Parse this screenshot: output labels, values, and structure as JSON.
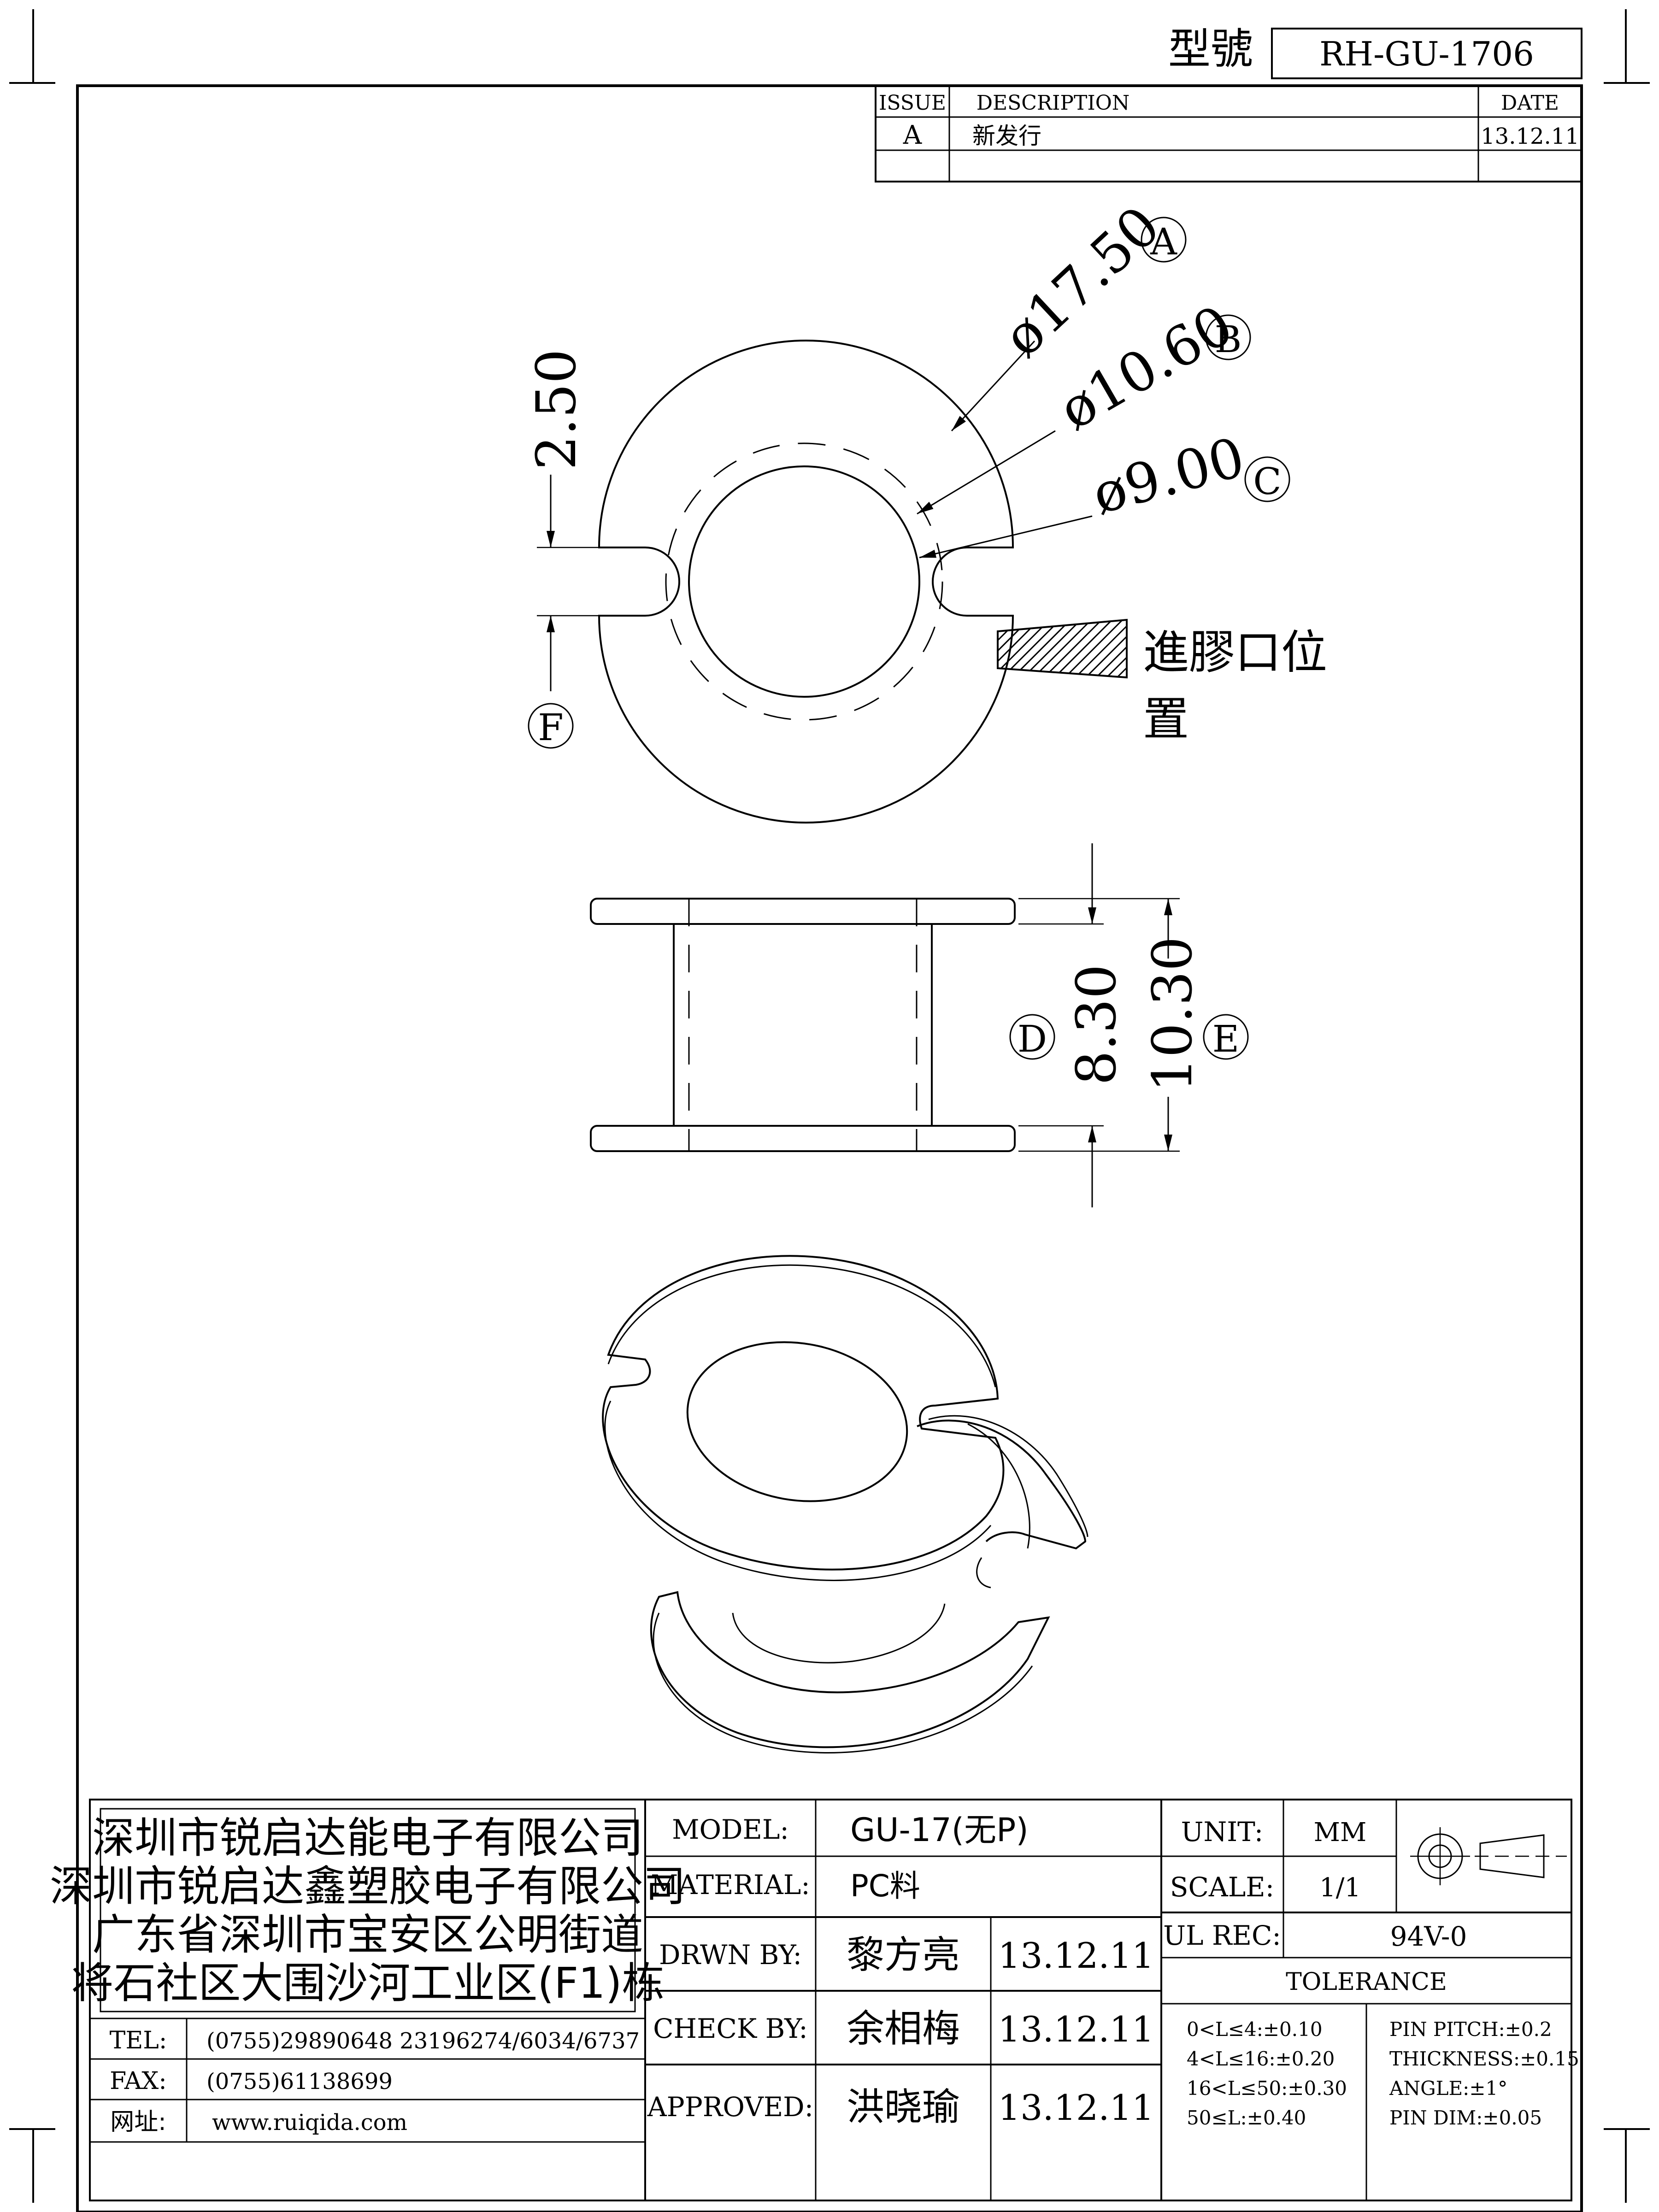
{
  "header": {
    "model_label": "型號",
    "model_value": "RH-GU-1706"
  },
  "revision": {
    "headers": [
      "ISSUE",
      "DESCRIPTION",
      "DATE"
    ],
    "rows": [
      {
        "issue": "A",
        "description": "新发行",
        "date": "13.12.11"
      }
    ]
  },
  "top_view": {
    "dim_a": "ø17.50",
    "dim_b": "ø10.60",
    "dim_c": "ø9.00",
    "mark_a": "A",
    "mark_b": "B",
    "mark_c": "C",
    "slot_dim": "2.50",
    "mark_f": "F",
    "gate_label_line1": "進膠口位",
    "gate_label_line2": "置"
  },
  "side_view": {
    "dim_d": "8.30",
    "dim_e": "10.30",
    "mark_d": "D",
    "mark_e": "E"
  },
  "title_block": {
    "company": [
      "深圳市锐启达能电子有限公司",
      "深圳市锐启达鑫塑胶电子有限公司",
      "广东省深圳市宝安区公明街道",
      "将石社区大围沙河工业区(F1)栋"
    ],
    "tel_label": "TEL:",
    "tel_value": "(0755)29890648   23196274/6034/6737",
    "fax_label": "FAX:",
    "fax_value": "(0755)61138699",
    "web_label": "网址:",
    "web_value": "www.ruiqida.com",
    "model_label": "MODEL:",
    "model_value": "GU-17(无P)",
    "material_label": "MATERIAL:",
    "material_value": "PC料",
    "drawn_label": "DRWN BY:",
    "drawn_name": "黎方亮",
    "drawn_date": "13.12.11",
    "check_label": "CHECK BY:",
    "check_name": "余相梅",
    "check_date": "13.12.11",
    "approved_label": "APPROVED:",
    "approved_name": "洪晓瑜",
    "approved_date": "13.12.11",
    "unit_label": "UNIT:",
    "unit_value": "MM",
    "scale_label": "SCALE:",
    "scale_value": "1/1",
    "ul_label": "UL REC:",
    "ul_value": "94V-0",
    "tolerance_label": "TOLERANCE",
    "tol_left": [
      "0<L≤4:±0.10",
      "4<L≤16:±0.20",
      "16<L≤50:±0.30",
      "50≤L:±0.40"
    ],
    "tol_right": [
      "PIN PITCH:±0.2",
      "THICKNESS:±0.15",
      "ANGLE:±1°",
      "PIN DIM:±0.05"
    ]
  }
}
